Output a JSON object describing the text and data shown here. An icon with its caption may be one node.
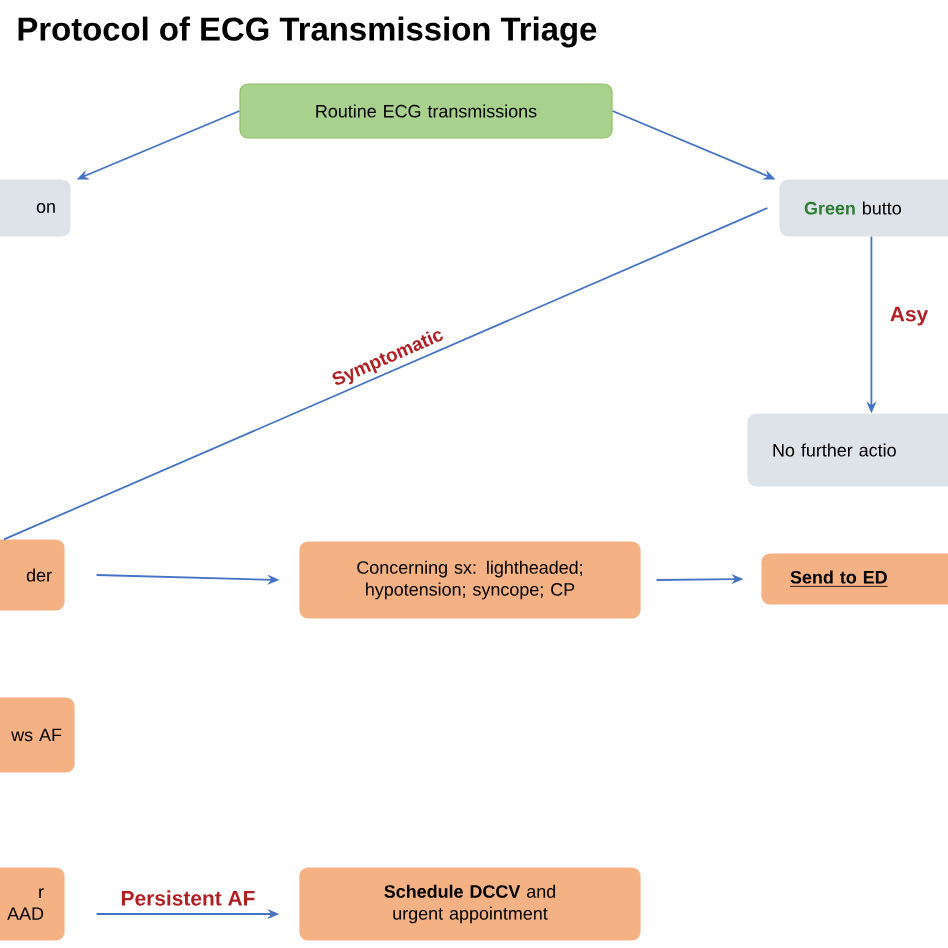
{
  "diagram": {
    "title": "Protocol of ECG Transmission Triage",
    "nodes": [
      {
        "text": [
          "Routine ECG transmissions"
        ]
      },
      {
        "text": [
          "on"
        ]
      },
      {
        "text": [
          "Green",
          "butto"
        ]
      },
      {
        "text": [
          "No further actio"
        ]
      },
      {
        "text": [
          "der"
        ]
      },
      {
        "text": [
          "Concerning sx: lightheaded; hypotension; syncope; CP"
        ]
      },
      {
        "text": [
          "Send to ED"
        ]
      },
      {
        "text": [
          "ws AF"
        ]
      },
      {
        "text": [
          "r AAD"
        ]
      },
      {
        "text": [
          "**Schedule DCCV** and urgent appointment"
        ]
      }
    ],
    "edges": [
      {
        "from": 0,
        "to": 1,
        "arrow": "to"
      },
      {
        "from": 0,
        "to": 2,
        "arrow": "to"
      },
      {
        "from": 2,
        "to": 4,
        "arrow": "none",
        "label": "Symptomatic"
      },
      {
        "from": 2,
        "to": 3,
        "arrow": "to",
        "label": "Asy"
      },
      {
        "from": 4,
        "to": 5,
        "arrow": "to"
      },
      {
        "from": 5,
        "to": 6,
        "arrow": "to"
      },
      {
        "from": 8,
        "to": 9,
        "arrow": "to",
        "label": "Persistent AF"
      }
    ]
  }
}
